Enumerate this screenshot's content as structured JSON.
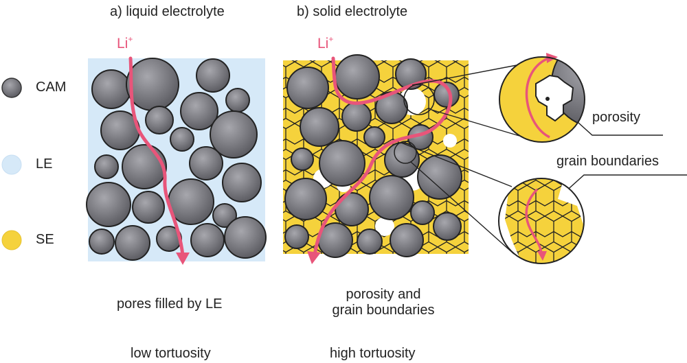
{
  "panels": {
    "a": {
      "title": "a) liquid electrolyte",
      "ion": "Li",
      "ion_charge": "+",
      "caption": "pores filled by LE",
      "tortuosity": "low tortuosity"
    },
    "b": {
      "title": "b) solid electrolyte",
      "ion": "Li",
      "ion_charge": "+",
      "caption_line1": "porosity and",
      "caption_line2": "grain boundaries",
      "tortuosity": "high tortuosity"
    }
  },
  "legend": [
    {
      "label": "CAM",
      "color": "#6e6e74"
    },
    {
      "label": "LE",
      "color": "#d6e9f8"
    },
    {
      "label": "SE",
      "color": "#f5d23c"
    }
  ],
  "zoom_labels": {
    "porosity": "porosity",
    "grain_boundaries": "grain boundaries"
  },
  "colors": {
    "cam": "#6e6e74",
    "le": "#d6e9f8",
    "se": "#f5d23c",
    "ion_path": "#e8557a",
    "outline": "#222222"
  }
}
